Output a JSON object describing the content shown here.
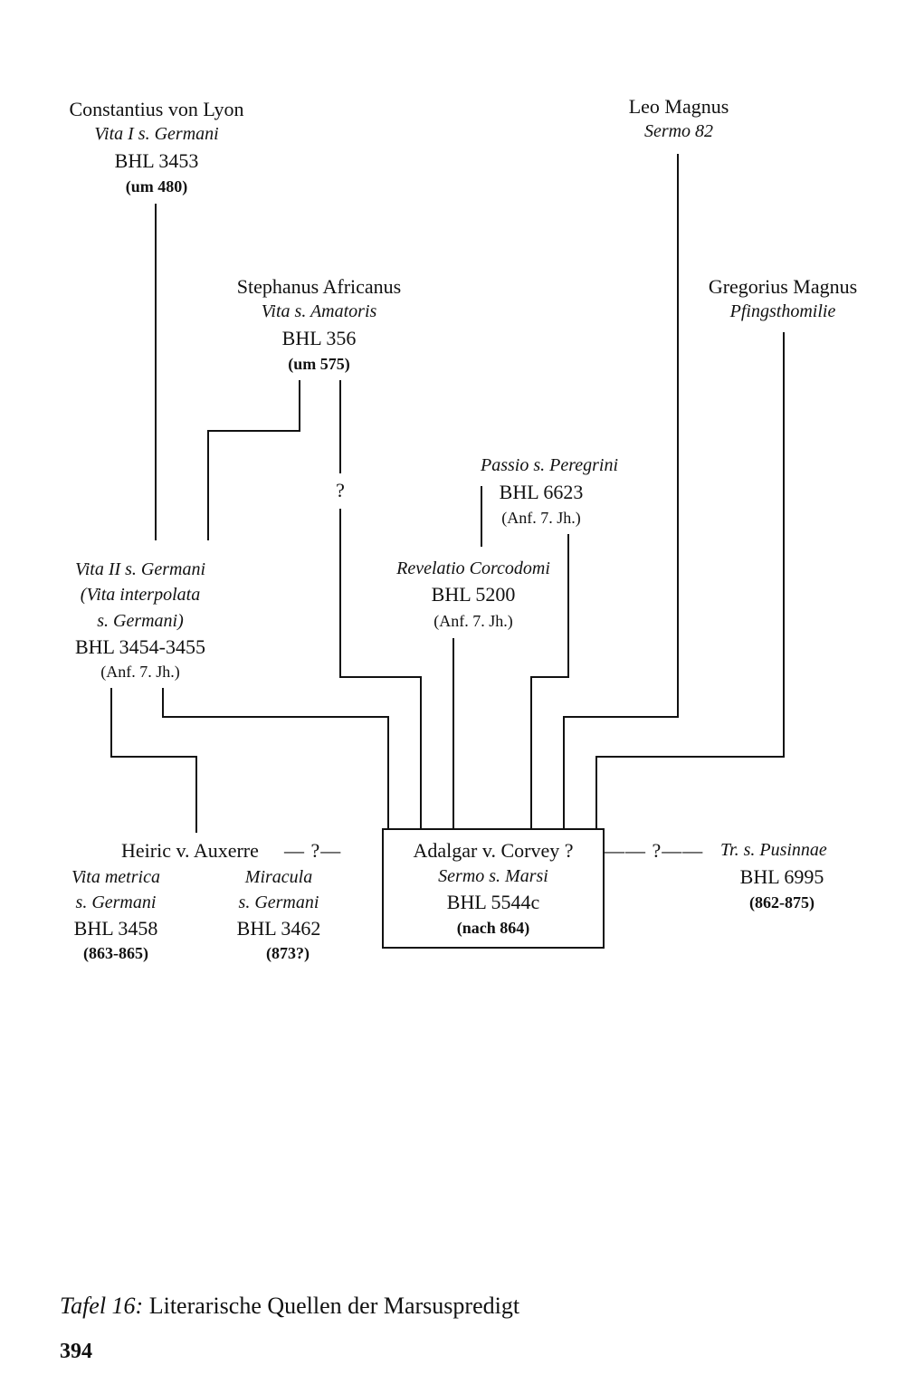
{
  "nodes": {
    "constantius": {
      "name": "Constantius von Lyon",
      "work": "Vita I s. Germani",
      "bhl": "BHL 3453",
      "date": "(um 480)"
    },
    "leo": {
      "name": "Leo Magnus",
      "work": "Sermo 82"
    },
    "stephanus": {
      "name": "Stephanus Africanus",
      "work": "Vita s. Amatoris",
      "bhl": "BHL 356",
      "date": "(um 575)"
    },
    "gregorius": {
      "name": "Gregorius Magnus",
      "work": "Pfingsthomilie"
    },
    "passio": {
      "work": "Passio s. Peregrini",
      "bhl": "BHL 6623",
      "date": "(Anf. 7. Jh.)"
    },
    "vita2": {
      "line1": "Vita II s. Germani",
      "line2": "(Vita interpolata",
      "line3": "s. Germani)",
      "bhl": "BHL 3454-3455",
      "date": "(Anf. 7. Jh.)"
    },
    "revelatio": {
      "work": "Revelatio Corcodomi",
      "bhl": "BHL 5200",
      "date": "(Anf. 7. Jh.)"
    },
    "heiric": {
      "name": "Heiric v. Auxerre",
      "link_to_adalgar": "— ?—",
      "work1_line1": "Vita metrica",
      "work1_line2": "s. Germani",
      "work1_bhl": "BHL 3458",
      "work1_date": "(863-865)",
      "work2_line1": "Miracula",
      "work2_line2": "s. Germani",
      "work2_bhl": "BHL 3462",
      "work2_date": "(873?)"
    },
    "adalgar": {
      "name": "Adalgar v. Corvey ?",
      "work": "Sermo s. Marsi",
      "bhl": "BHL 5544c",
      "date": "(nach 864)"
    },
    "pusinna": {
      "link_from_adalgar": "—— ?——",
      "work": "Tr. s. Pusinnae",
      "bhl": "BHL 6995",
      "date": "(862-875)"
    }
  },
  "uncertain_marks": {
    "stephanus_to_adalgar": "?"
  },
  "caption": {
    "label": "Tafel 16:",
    "text": " Literarische Quellen der Marsuspredigt"
  },
  "page_number": "394"
}
